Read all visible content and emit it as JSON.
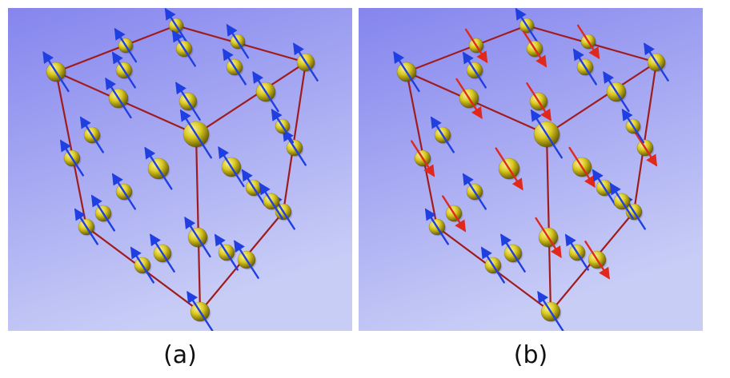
{
  "panels": [
    {
      "id": "a",
      "caption": "(a)",
      "arrow_mode": "blue"
    },
    {
      "id": "b",
      "caption": "(b)",
      "arrow_mode": "mixed"
    }
  ],
  "colors": {
    "background_top": "#8585ee",
    "background_bottom": "#c8cdf6",
    "edge": "#a01c1c",
    "sphere_light": "#f7f2a0",
    "sphere_mid": "#d9c81e",
    "sphere_dark": "#5e5208",
    "arrow_blue": "#1f3fe0",
    "arrow_red": "#e0281c"
  }
}
